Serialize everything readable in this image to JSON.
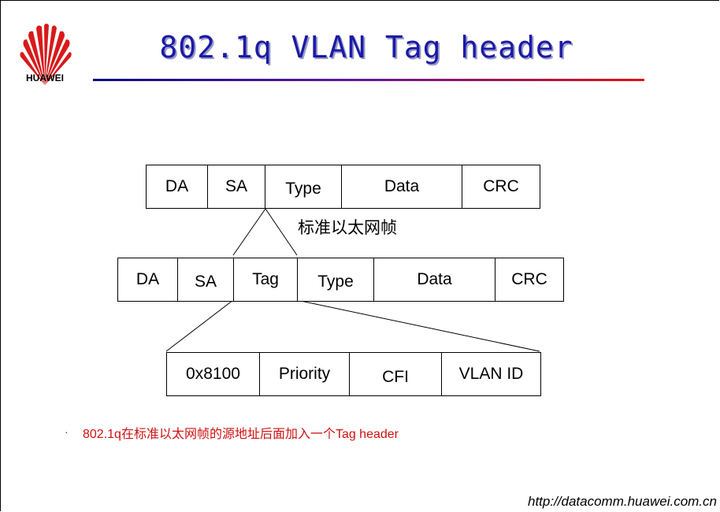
{
  "logo": {
    "name": "HUAWEI"
  },
  "title": "802.1q VLAN Tag header",
  "standard_frame": {
    "fields": [
      "DA",
      "SA",
      "Type",
      "Data",
      "CRC"
    ],
    "caption": "标准以太网帧"
  },
  "tagged_frame": {
    "fields": [
      "DA",
      "SA",
      "Tag",
      "Type",
      "Data",
      "CRC"
    ]
  },
  "tag_fields": [
    "0x8100",
    "Priority",
    "CFI",
    "VLAN ID"
  ],
  "bullet": "802.1q在标准以太网帧的源地址后面加入一个Tag header",
  "footer_url": "http://datacomm.huawei.com.cn",
  "colors": {
    "title": "#1a1aa6",
    "bullet": "#d01010",
    "logo": "#d81a1a"
  }
}
